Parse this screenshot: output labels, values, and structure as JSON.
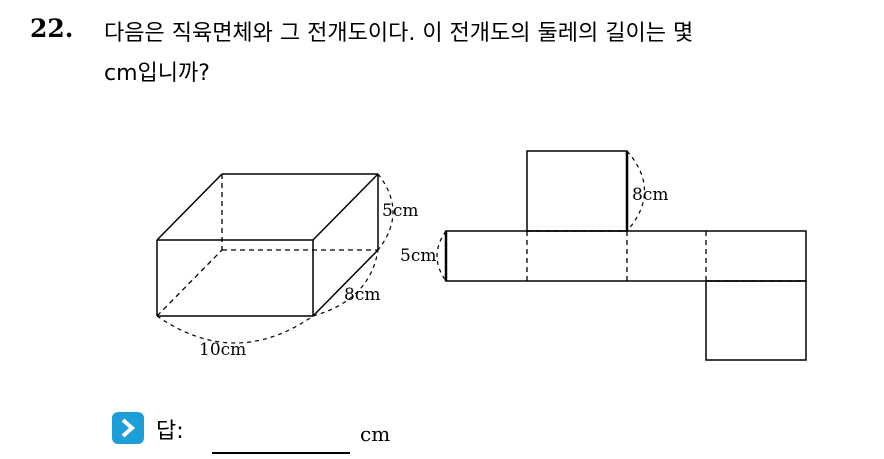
{
  "question": {
    "number": "22.",
    "line1": "다음은 직육면체와 그 전개도이다. 이 전개도의 둘레의 길이는 몇",
    "line2": "cm입니까?"
  },
  "figure": {
    "box_height_label": "5cm",
    "box_depth_label": "8cm",
    "box_width_label": "10cm",
    "net_flap_label": "8cm",
    "net_height_label": "5cm"
  },
  "answer": {
    "icon": "chevron-right-icon",
    "label": "답:",
    "unit": "cm"
  },
  "colors": {
    "icon_bg": "#1e9ed8",
    "ink": "#000000"
  }
}
